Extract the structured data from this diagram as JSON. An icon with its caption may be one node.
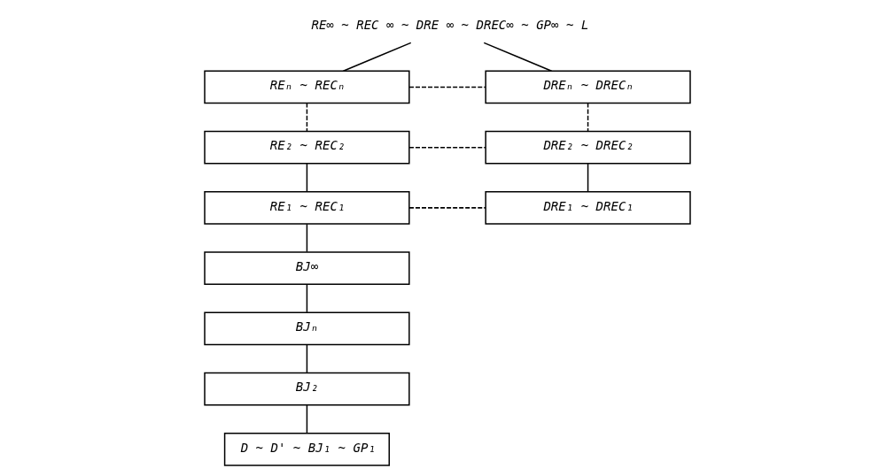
{
  "diagram": {
    "nodes": [
      {
        "text": [
          "RE∞ ~ REC ∞ ~ DRE ∞ ~ DREC∞ ~ GP∞ ~ L"
        ]
      },
      {
        "text": [
          "REₙ ~ RECₙ"
        ]
      },
      {
        "text": [
          "DREₙ ~ DRECₙ"
        ]
      },
      {
        "text": [
          "RE₂ ~ REC₂"
        ]
      },
      {
        "text": [
          "DRE₂ ~ DREC₂"
        ]
      },
      {
        "text": [
          "RE₁ ~ REC₁"
        ]
      },
      {
        "text": [
          "DRE₁ ~ DREC₁"
        ]
      },
      {
        "text": [
          "BJ∞"
        ]
      },
      {
        "text": [
          "BJₙ"
        ]
      },
      {
        "text": [
          "BJ₂"
        ]
      },
      {
        "text": [
          "D ~ D' ~ BJ₁ ~ GP₁"
        ]
      }
    ],
    "edges": [
      {
        "from": 0,
        "to": 1,
        "arrow": "none"
      },
      {
        "from": 0,
        "to": 2,
        "arrow": "none"
      },
      {
        "from": 1,
        "to": 2,
        "arrow": "none",
        "style": "dashed"
      },
      {
        "from": 1,
        "to": 3,
        "arrow": "none",
        "style": "dashed"
      },
      {
        "from": 2,
        "to": 4,
        "arrow": "none",
        "style": "dashed"
      },
      {
        "from": 3,
        "to": 4,
        "arrow": "none",
        "style": "dashed"
      },
      {
        "from": 3,
        "to": 5,
        "arrow": "none"
      },
      {
        "from": 4,
        "to": 6,
        "arrow": "none"
      },
      {
        "from": 5,
        "to": 6,
        "arrow": "none",
        "style": "dashed"
      },
      {
        "from": 5,
        "to": 7,
        "arrow": "none"
      },
      {
        "from": 7,
        "to": 8,
        "arrow": "none"
      },
      {
        "from": 8,
        "to": 9,
        "arrow": "none"
      },
      {
        "from": 9,
        "to": 10,
        "arrow": "none"
      }
    ]
  }
}
